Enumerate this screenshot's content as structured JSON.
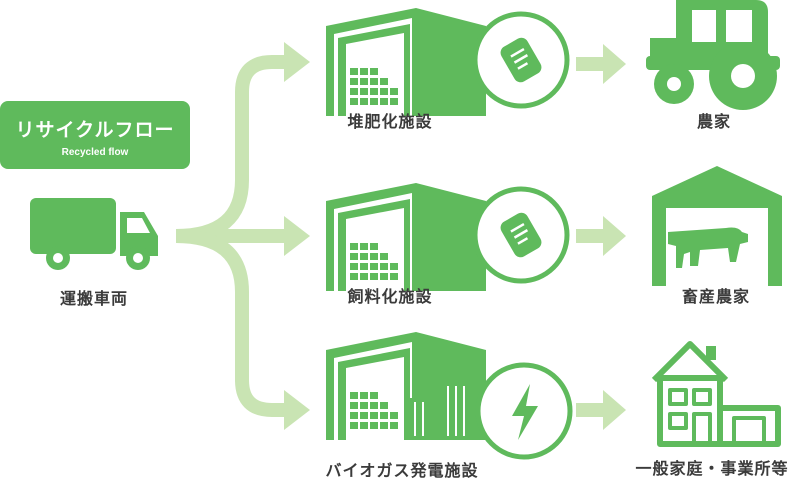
{
  "title": {
    "main": "リサイクルフロー",
    "sub": "Recycled flow"
  },
  "source": {
    "label": "運搬車両",
    "icon": "truck-icon"
  },
  "facilities": [
    {
      "label": "堆肥化施設",
      "icon": "compost-document-icon",
      "destination": {
        "label": "農家",
        "icon": "tractor-icon"
      }
    },
    {
      "label": "飼料化施設",
      "icon": "feed-document-icon",
      "destination": {
        "label": "畜産農家",
        "icon": "cow-barn-icon"
      }
    },
    {
      "label": "バイオガス発電施設",
      "icon": "lightning-bolt-icon",
      "destination": {
        "label": "一般家庭・事業所等",
        "icon": "house-office-icon"
      }
    }
  ],
  "colors": {
    "primary": "#5fba5c",
    "arrow": "#c9e4b3",
    "text": "#3b3b3b"
  }
}
